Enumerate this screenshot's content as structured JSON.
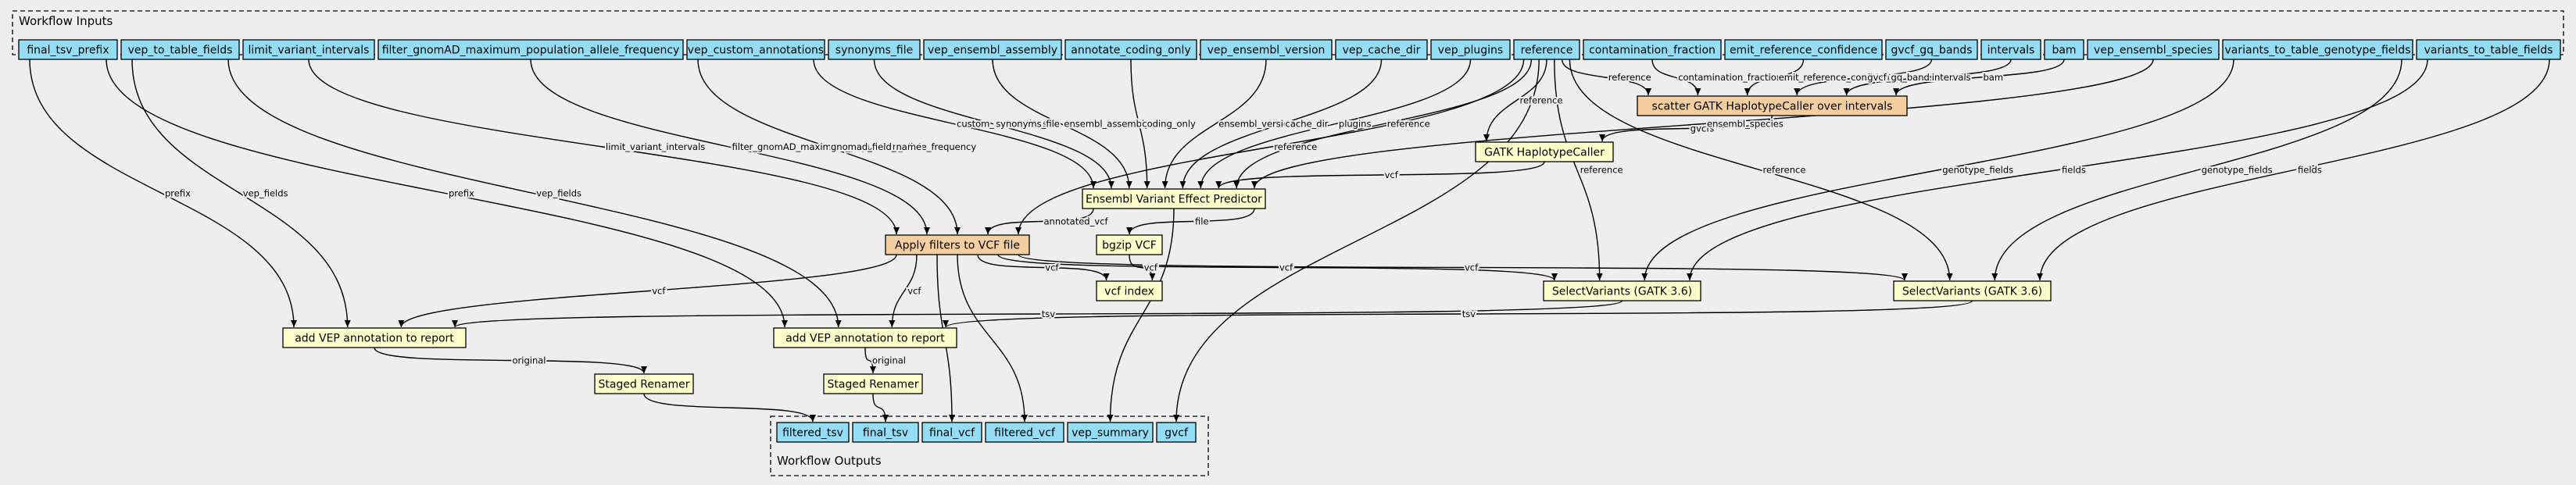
{
  "clusters": {
    "inputs_label": "Workflow Inputs",
    "outputs_label": "Workflow Outputs"
  },
  "colors": {
    "background": "#eeeeee",
    "io_node": "#94ddf4",
    "step_node": "#ffffcc",
    "subworkflow_node": "#f3cea1",
    "stroke": "#000000"
  },
  "inputs": [
    {
      "id": "in_final_tsv_prefix",
      "label": "final_tsv_prefix"
    },
    {
      "id": "in_vep_to_table_fields",
      "label": "vep_to_table_fields"
    },
    {
      "id": "in_limit_variant_intervals",
      "label": "limit_variant_intervals"
    },
    {
      "id": "in_filter_gnomad",
      "label": "filter_gnomAD_maximum_population_allele_frequency"
    },
    {
      "id": "in_vep_custom_annotations",
      "label": "vep_custom_annotations"
    },
    {
      "id": "in_synonyms_file",
      "label": "synonyms_file"
    },
    {
      "id": "in_vep_ensembl_assembly",
      "label": "vep_ensembl_assembly"
    },
    {
      "id": "in_annotate_coding_only",
      "label": "annotate_coding_only"
    },
    {
      "id": "in_vep_ensembl_version",
      "label": "vep_ensembl_version"
    },
    {
      "id": "in_vep_cache_dir",
      "label": "vep_cache_dir"
    },
    {
      "id": "in_vep_plugins",
      "label": "vep_plugins"
    },
    {
      "id": "in_reference",
      "label": "reference"
    },
    {
      "id": "in_contamination_fraction",
      "label": "contamination_fraction"
    },
    {
      "id": "in_emit_reference_confidence",
      "label": "emit_reference_confidence"
    },
    {
      "id": "in_gvcf_gq_bands",
      "label": "gvcf_gq_bands"
    },
    {
      "id": "in_intervals",
      "label": "intervals"
    },
    {
      "id": "in_bam",
      "label": "bam"
    },
    {
      "id": "in_vep_ensembl_species",
      "label": "vep_ensembl_species"
    },
    {
      "id": "in_variants_to_table_genotype_fields",
      "label": "variants_to_table_genotype_fields"
    },
    {
      "id": "in_variants_to_table_fields",
      "label": "variants_to_table_fields"
    }
  ],
  "steps": [
    {
      "id": "st_scatter",
      "label": "scatter GATK HaplotypeCaller over intervals",
      "kind": "subworkflow"
    },
    {
      "id": "st_gatk_hc",
      "label": "GATK HaplotypeCaller",
      "kind": "step"
    },
    {
      "id": "st_vep",
      "label": "Ensembl Variant Effect Predictor",
      "kind": "step"
    },
    {
      "id": "st_filters",
      "label": "Apply filters to VCF file",
      "kind": "subworkflow"
    },
    {
      "id": "st_bgzip",
      "label": "bgzip VCF",
      "kind": "step"
    },
    {
      "id": "st_vcf_index",
      "label": "vcf index",
      "kind": "step"
    },
    {
      "id": "st_select1",
      "label": "SelectVariants (GATK 3.6)",
      "kind": "step"
    },
    {
      "id": "st_select2",
      "label": "SelectVariants (GATK 3.6)",
      "kind": "step"
    },
    {
      "id": "st_add_vep1",
      "label": "add VEP annotation to report",
      "kind": "step"
    },
    {
      "id": "st_add_vep2",
      "label": "add VEP annotation to report",
      "kind": "step"
    },
    {
      "id": "st_renamer1",
      "label": "Staged Renamer",
      "kind": "step"
    },
    {
      "id": "st_renamer2",
      "label": "Staged Renamer",
      "kind": "step"
    }
  ],
  "outputs": [
    {
      "id": "out_filtered_tsv",
      "label": "filtered_tsv"
    },
    {
      "id": "out_final_tsv",
      "label": "final_tsv"
    },
    {
      "id": "out_final_vcf",
      "label": "final_vcf"
    },
    {
      "id": "out_filtered_vcf",
      "label": "filtered_vcf"
    },
    {
      "id": "out_vep_summary",
      "label": "vep_summary"
    },
    {
      "id": "out_gvcf",
      "label": "gvcf"
    }
  ],
  "edges": [
    {
      "from": "in_reference",
      "to": "st_scatter",
      "label": "reference"
    },
    {
      "from": "in_contamination_fraction",
      "to": "st_scatter",
      "label": "contamination_fraction"
    },
    {
      "from": "in_emit_reference_confidence",
      "to": "st_scatter",
      "label": "emit_reference_confidence"
    },
    {
      "from": "in_gvcf_gq_bands",
      "to": "st_scatter",
      "label": "gvcf_gq_bands"
    },
    {
      "from": "in_intervals",
      "to": "st_scatter",
      "label": "intervals"
    },
    {
      "from": "in_bam",
      "to": "st_scatter",
      "label": "bam"
    },
    {
      "from": "in_reference",
      "to": "st_gatk_hc",
      "label": "reference"
    },
    {
      "from": "st_scatter",
      "to": "st_gatk_hc",
      "label": "gvcfs"
    },
    {
      "from": "in_vep_custom_annotations",
      "to": "st_vep",
      "label": "custom_annotations"
    },
    {
      "from": "in_synonyms_file",
      "to": "st_vep",
      "label": "synonyms_file"
    },
    {
      "from": "in_vep_ensembl_assembly",
      "to": "st_vep",
      "label": "ensembl_assembly"
    },
    {
      "from": "in_annotate_coding_only",
      "to": "st_vep",
      "label": "coding_only"
    },
    {
      "from": "in_vep_ensembl_version",
      "to": "st_vep",
      "label": "ensembl_version"
    },
    {
      "from": "in_vep_cache_dir",
      "to": "st_vep",
      "label": "cache_dir"
    },
    {
      "from": "in_vep_plugins",
      "to": "st_vep",
      "label": "plugins"
    },
    {
      "from": "in_reference",
      "to": "st_vep",
      "label": "reference"
    },
    {
      "from": "in_vep_ensembl_species",
      "to": "st_vep",
      "label": "ensembl_species"
    },
    {
      "from": "st_gatk_hc",
      "to": "st_vep",
      "label": "vcf"
    },
    {
      "from": "in_limit_variant_intervals",
      "to": "st_filters",
      "label": "limit_variant_intervals"
    },
    {
      "from": "in_filter_gnomad",
      "to": "st_filters",
      "label": "filter_gnomAD_maximum_population_allele_frequency"
    },
    {
      "from": "in_vep_custom_annotations",
      "to": "st_filters",
      "label": "gnomad_field_name"
    },
    {
      "from": "in_reference",
      "to": "st_filters",
      "label": "reference"
    },
    {
      "from": "st_vep",
      "to": "st_filters",
      "label": "annotated_vcf"
    },
    {
      "from": "st_vep",
      "to": "st_bgzip",
      "label": "file"
    },
    {
      "from": "st_filters",
      "to": "st_vcf_index",
      "label": "vcf"
    },
    {
      "from": "st_bgzip",
      "to": "st_vcf_index",
      "label": "vcf"
    },
    {
      "from": "in_reference",
      "to": "st_select1",
      "label": "reference"
    },
    {
      "from": "in_variants_to_table_genotype_fields",
      "to": "st_select1",
      "label": "genotype_fields"
    },
    {
      "from": "in_variants_to_table_fields",
      "to": "st_select1",
      "label": "fields"
    },
    {
      "from": "st_filters",
      "to": "st_select1",
      "label": "vcf"
    },
    {
      "from": "in_reference",
      "to": "st_select2",
      "label": "reference"
    },
    {
      "from": "in_variants_to_table_genotype_fields",
      "to": "st_select2",
      "label": "genotype_fields"
    },
    {
      "from": "in_variants_to_table_fields",
      "to": "st_select2",
      "label": "fields"
    },
    {
      "from": "st_filters",
      "to": "st_select2",
      "label": "vcf"
    },
    {
      "from": "in_final_tsv_prefix",
      "to": "st_add_vep1",
      "label": "prefix"
    },
    {
      "from": "in_vep_to_table_fields",
      "to": "st_add_vep1",
      "label": "vep_fields"
    },
    {
      "from": "st_filters",
      "to": "st_add_vep1",
      "label": "vcf"
    },
    {
      "from": "st_select1",
      "to": "st_add_vep1",
      "label": "tsv"
    },
    {
      "from": "in_final_tsv_prefix",
      "to": "st_add_vep2",
      "label": "prefix"
    },
    {
      "from": "in_vep_to_table_fields",
      "to": "st_add_vep2",
      "label": "vep_fields"
    },
    {
      "from": "st_filters",
      "to": "st_add_vep2",
      "label": "vcf"
    },
    {
      "from": "st_select2",
      "to": "st_add_vep2",
      "label": "tsv"
    },
    {
      "from": "st_add_vep1",
      "to": "st_renamer1",
      "label": "original"
    },
    {
      "from": "st_add_vep2",
      "to": "st_renamer2",
      "label": "original"
    },
    {
      "from": "st_renamer1",
      "to": "out_filtered_tsv",
      "label": ""
    },
    {
      "from": "st_renamer2",
      "to": "out_final_tsv",
      "label": ""
    },
    {
      "from": "st_filters",
      "to": "out_final_vcf",
      "label": ""
    },
    {
      "from": "st_filters",
      "to": "out_filtered_vcf",
      "label": ""
    },
    {
      "from": "st_vep",
      "to": "out_vep_summary",
      "label": ""
    },
    {
      "from": "in_reference",
      "to": "out_gvcf",
      "label": ""
    }
  ]
}
